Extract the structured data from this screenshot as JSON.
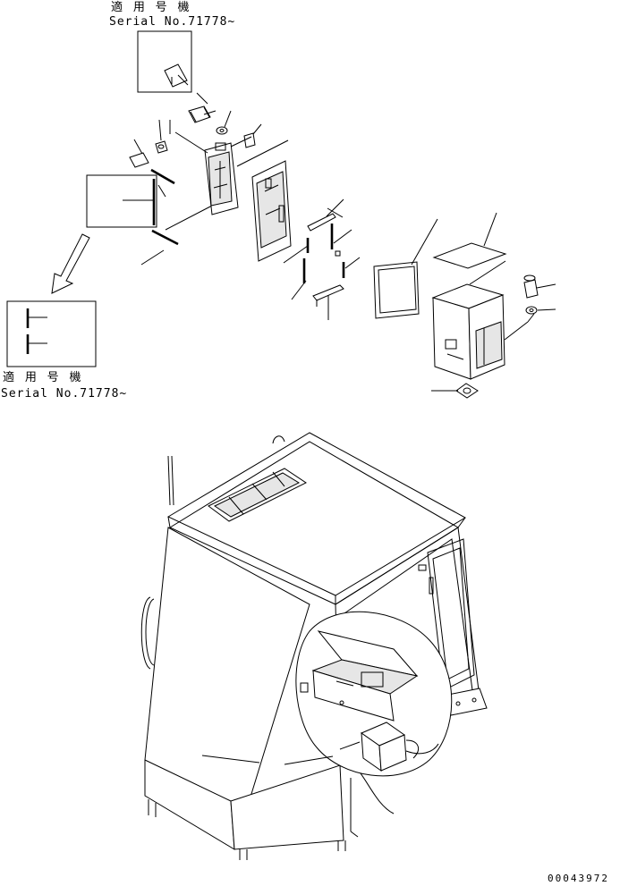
{
  "applicable_top": {
    "jp": "適 用 号 機",
    "serial": "Serial No.71778~"
  },
  "applicable_left": {
    "jp": "適 用 号 機",
    "serial": "Serial No.71778~"
  },
  "drawing_number": "00043972"
}
